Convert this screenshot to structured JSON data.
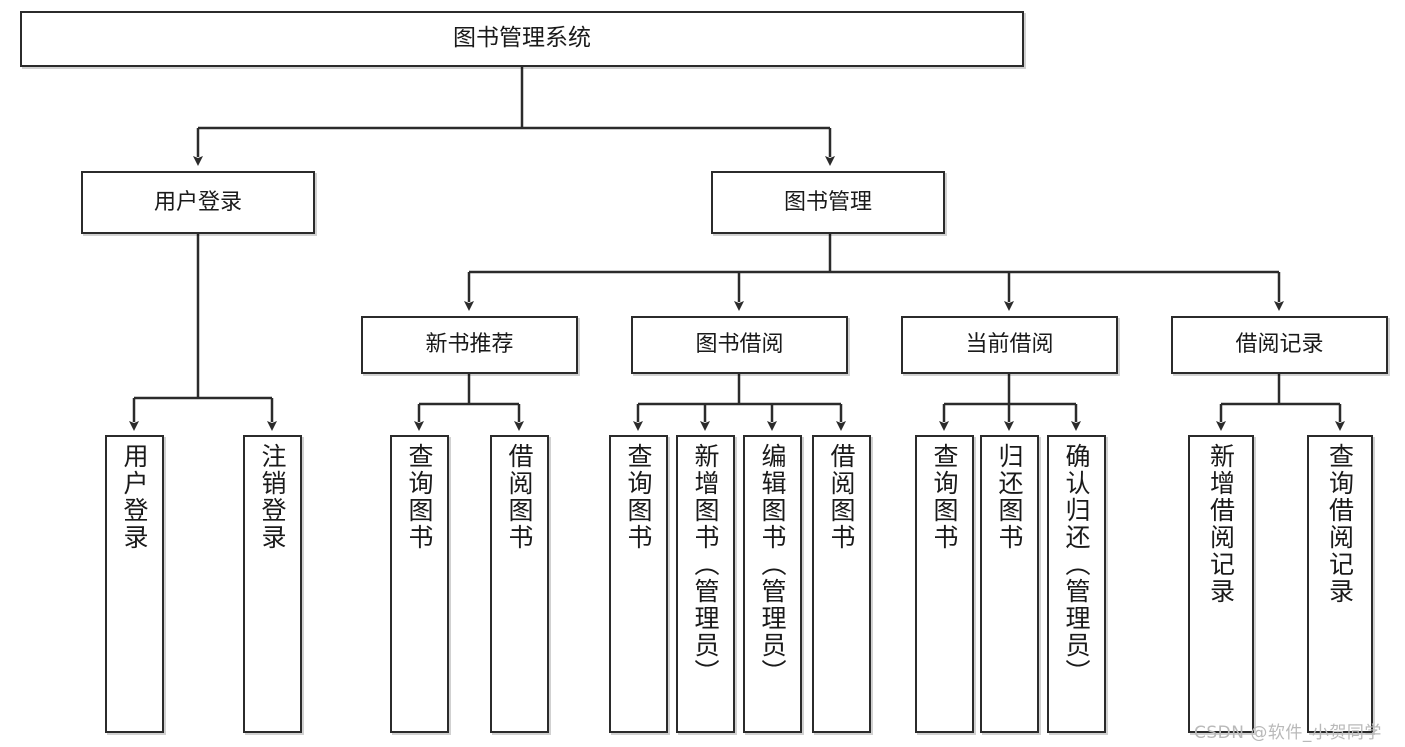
{
  "diagram": {
    "title": "图书管理系统",
    "type": "hierarchy-tree",
    "root": {
      "label": "图书管理系统"
    },
    "level1": [
      {
        "label": "用户登录"
      },
      {
        "label": "图书管理"
      }
    ],
    "level2": [
      {
        "label": "新书推荐"
      },
      {
        "label": "图书借阅"
      },
      {
        "label": "当前借阅"
      },
      {
        "label": "借阅记录"
      }
    ],
    "leaves": {
      "user_login": [
        {
          "label": "用户登录"
        },
        {
          "label": "注销登录"
        }
      ],
      "new_book_recommend": [
        {
          "label": "查询图书"
        },
        {
          "label": "借阅图书"
        }
      ],
      "book_borrow": [
        {
          "label": "查询图书"
        },
        {
          "label": "新增图书（管理员）"
        },
        {
          "label": "编辑图书（管理员）"
        },
        {
          "label": "借阅图书"
        }
      ],
      "current_borrow": [
        {
          "label": "查询图书"
        },
        {
          "label": "归还图书"
        },
        {
          "label": "确认归还（管理员）"
        }
      ],
      "borrow_record": [
        {
          "label": "新增借阅记录"
        },
        {
          "label": "查询借阅记录"
        }
      ]
    }
  },
  "watermark": {
    "text": "CSDN @软件_小贺同学"
  },
  "colors": {
    "box_border": "#2b2b2b",
    "box_fill": "#ffffff",
    "connector": "#2b2b2b",
    "text": "#1a1a1a",
    "watermark": "#b9b9b9"
  }
}
